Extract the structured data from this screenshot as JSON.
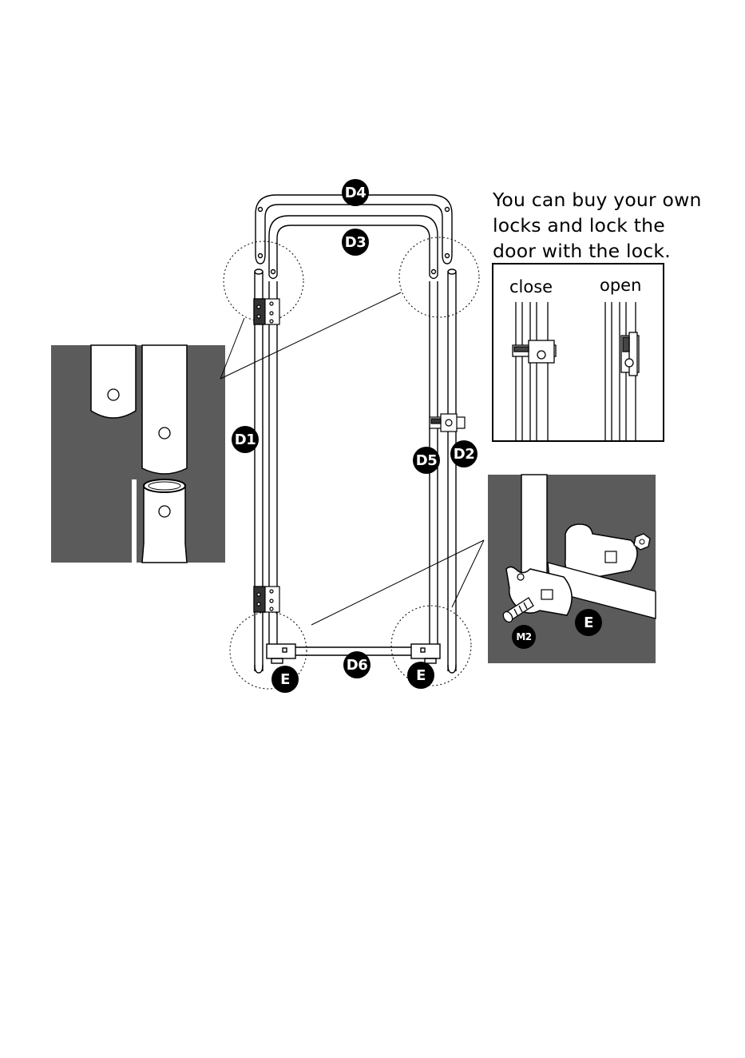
{
  "note": {
    "line1": "You can buy your own",
    "line2": "locks and lock the",
    "line3": "door with the lock."
  },
  "lock_states": {
    "close": "close",
    "open": "open"
  },
  "parts": {
    "d1": "D1",
    "d2": "D2",
    "d3": "D3",
    "d4": "D4",
    "d5": "D5",
    "d6": "D6",
    "e": "E",
    "m2": "M2"
  },
  "colors": {
    "panel_gray": "#5b5b5b",
    "ink": "#000000",
    "paper": "#ffffff"
  }
}
